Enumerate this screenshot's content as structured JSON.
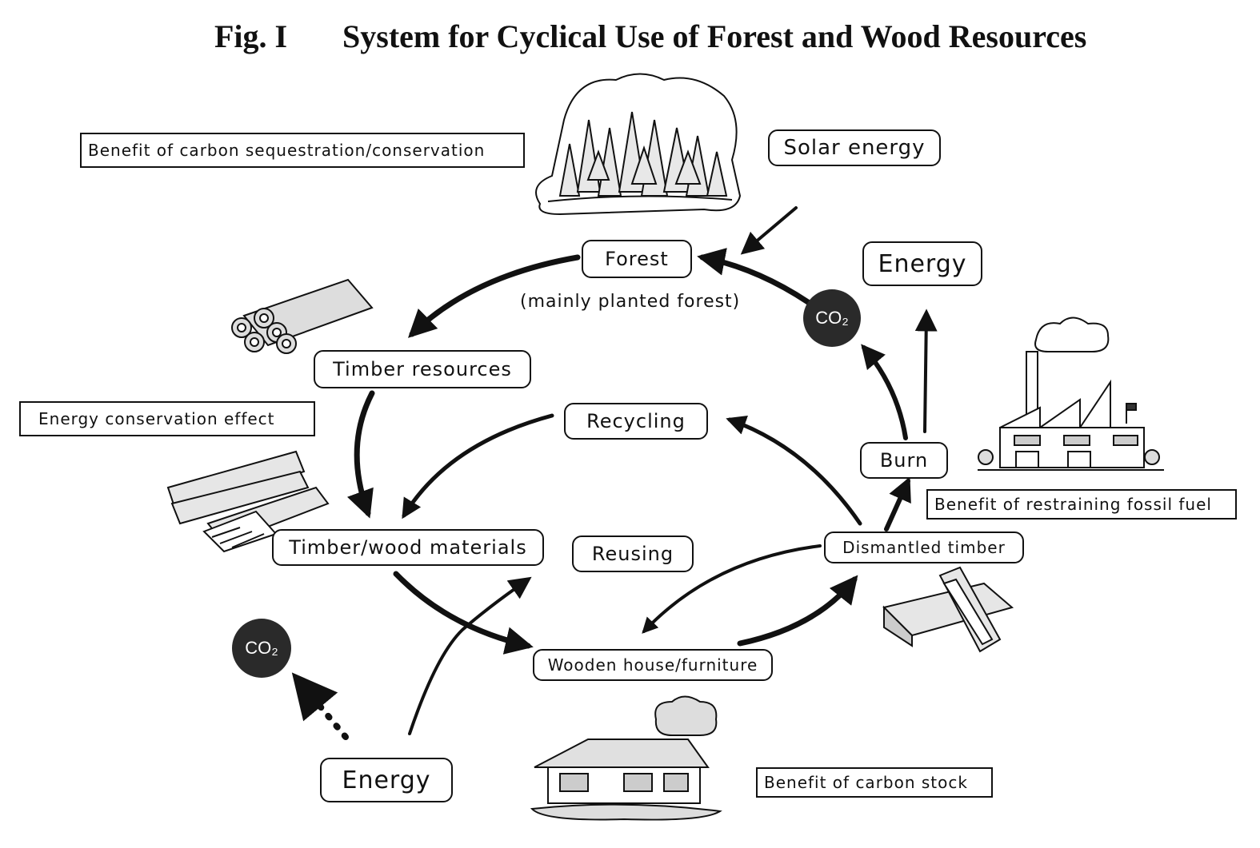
{
  "title": {
    "fig": "Fig. I",
    "text": "System for Cyclical Use of Forest and Wood Resources"
  },
  "nodes": {
    "forest": "Forest",
    "forest_sub": "(mainly planted forest)",
    "solar": "Solar energy",
    "energy_top": "Energy",
    "timber_resources": "Timber resources",
    "recycling": "Recycling",
    "burn": "Burn",
    "timber_wood": "Timber/wood materials",
    "reusing": "Reusing",
    "dismantled": "Dismantled timber",
    "wooden_house": "Wooden house/furniture",
    "energy_bottom": "Energy"
  },
  "notes": {
    "carbon_seq": "Benefit of carbon sequestration/conservation",
    "energy_cons": "Energy conservation effect",
    "fossil": "Benefit of restraining fossil fuel",
    "carbon_stock": "Benefit of carbon stock"
  },
  "co2": {
    "top": "CO₂",
    "bottom": "CO₂"
  },
  "illustrations": [
    "forest-illustration",
    "logs-illustration",
    "lumber-illustration",
    "factory-illustration",
    "dismantled-timber-illustration",
    "house-illustration"
  ]
}
